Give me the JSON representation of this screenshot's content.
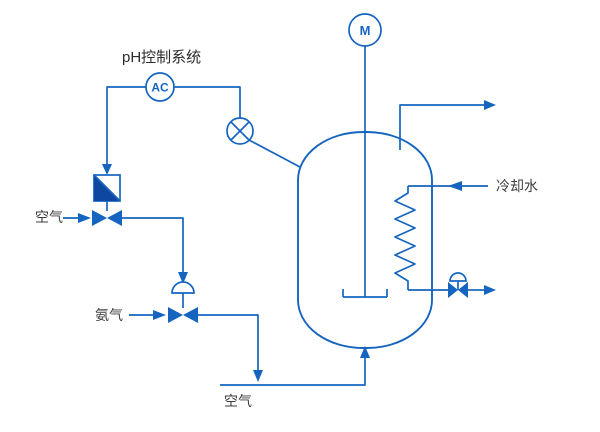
{
  "diagram": {
    "labels": {
      "ph_control_system": "pH控制系统",
      "controller": "AC",
      "motor": "M",
      "air_inlet": "空气",
      "ammonia_inlet": "氨气",
      "cooling_water_inlet": "冷却水",
      "air_sparge": "空气"
    },
    "colors": {
      "line_blue": "#1565c0",
      "dark_fill": "#0d47a1",
      "label_text": "#3d3d3d",
      "background": "#ffffff"
    }
  }
}
